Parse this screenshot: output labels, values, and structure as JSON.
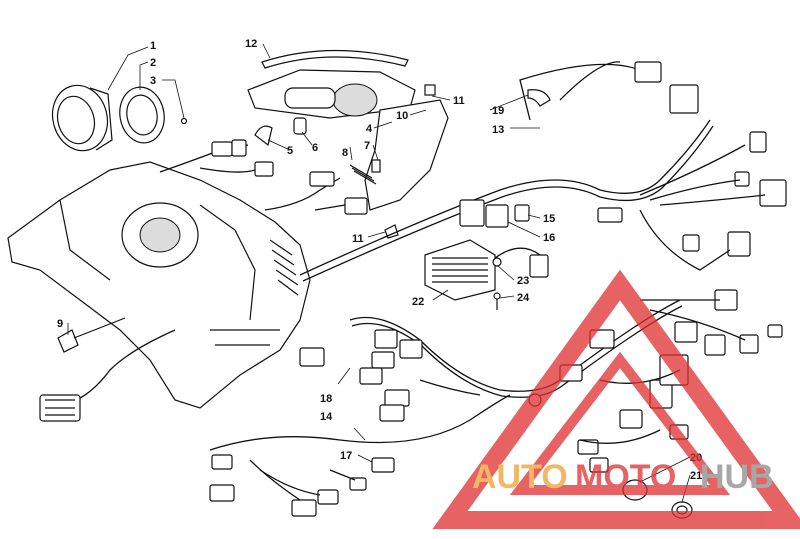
{
  "callouts": {
    "c1": "1",
    "c2": "2",
    "c3": "3",
    "c4": "4",
    "c5": "5",
    "c6": "6",
    "c7": "7",
    "c8": "8",
    "c9": "9",
    "c10": "10",
    "c11a": "11",
    "c11b": "11",
    "c12": "12",
    "c13": "13",
    "c14": "14",
    "c15": "15",
    "c16": "16",
    "c17": "17",
    "c18": "18",
    "c19": "19",
    "c20": "20",
    "c21": "21",
    "c22": "22",
    "c23": "23",
    "c24": "24"
  },
  "watermark": {
    "part1": "AUTO",
    "part2": "MOTO",
    "part3": "HUB",
    "color_orange": "#f0a030",
    "color_red": "#e03030",
    "color_gray": "#8a8a8a"
  }
}
